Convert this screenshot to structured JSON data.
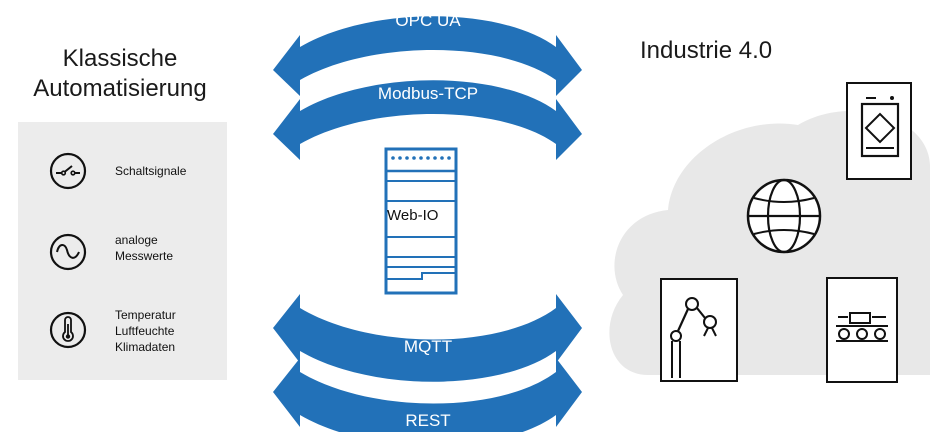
{
  "left": {
    "title_line1": "Klassische",
    "title_line2": "Automatisierung",
    "items": [
      {
        "icon": "switch-icon",
        "text": "Schaltsignale"
      },
      {
        "icon": "sine-wave-icon",
        "text_line1": "analoge",
        "text_line2": "Messwerte"
      },
      {
        "icon": "thermometer-icon",
        "text_line1": "Temperatur",
        "text_line2": "Luftfeuchte",
        "text_line3": "Klimadaten"
      }
    ]
  },
  "right": {
    "title": "Industrie 4.0",
    "icons": [
      "machine-panel-icon",
      "globe-icon",
      "robot-arm-icon",
      "conveyor-icon"
    ]
  },
  "protocols": {
    "opcua": "OPC UA",
    "modbus": "Modbus-TCP",
    "mqtt": "MQTT",
    "rest": "REST"
  },
  "device": {
    "label": "Web-IO"
  },
  "colors": {
    "arrow": "#2271b8",
    "panel": "#ececec",
    "cloud": "#e8e8e8"
  }
}
